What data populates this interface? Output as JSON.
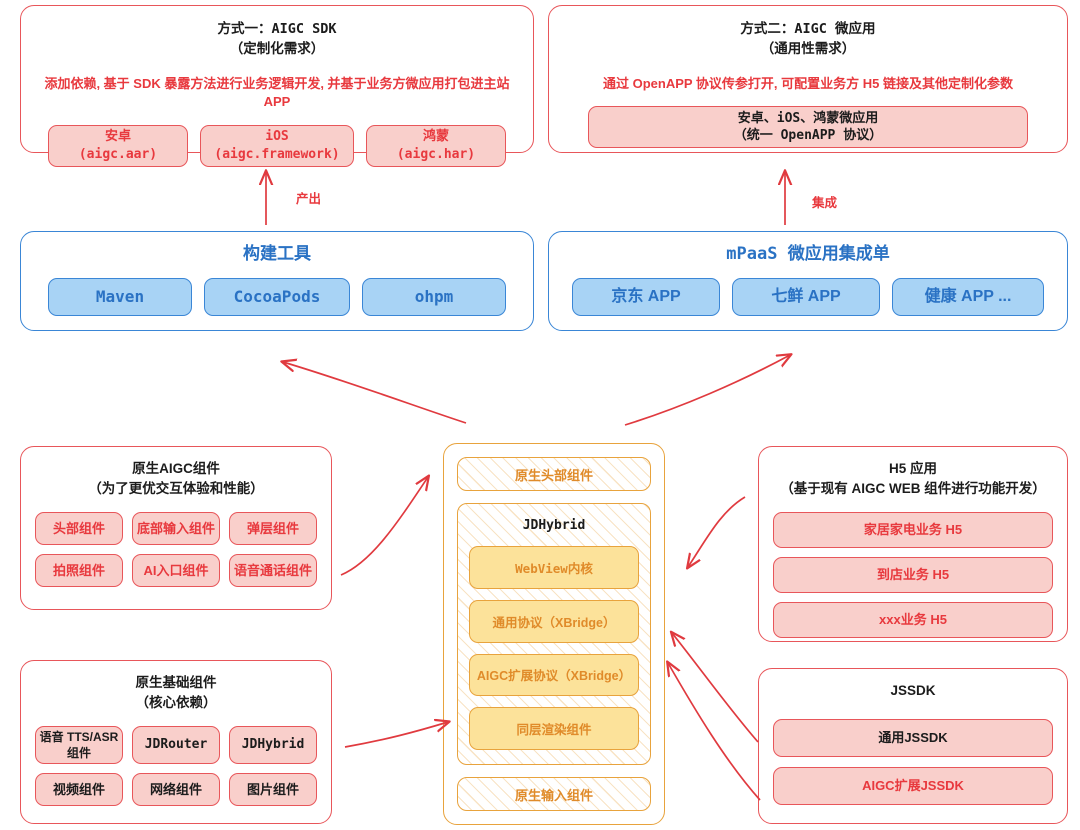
{
  "colors": {
    "red_border": "#e8565a",
    "red_text": "#e8393e",
    "pink_fill": "#f9cfcb",
    "blue_border": "#3a86d6",
    "blue_text": "#2a72c4",
    "blue_fill": "#a8d3f5",
    "orange_border": "#e8a33d",
    "orange_text": "#e08b2a",
    "yellow_fill": "#fce29a",
    "arrow": "#e03a3f",
    "dark_text": "#1c1c1c"
  },
  "top_left": {
    "title": "方式一：AIGC SDK\n（定制化需求）",
    "description": "添加依赖, 基于 SDK 暴露方法进行业务逻辑开发, 并基于业务方微应用打包进主站 APP",
    "chips": [
      {
        "label": "安卓\n(aigc.aar)"
      },
      {
        "label": "iOS\n(aigc.framework)"
      },
      {
        "label": "鸿蒙\n(aigc.har)"
      }
    ]
  },
  "top_right": {
    "title": "方式二：AIGC 微应用\n（通用性需求）",
    "description": "通过 OpenAPP 协议传参打开, 可配置业务方 H5 链接及其他定制化参数",
    "chips": [
      {
        "label": "安卓、iOS、鸿蒙微应用\n（统一 OpenAPP 协议）"
      }
    ]
  },
  "arrows": {
    "produce_label": "产出",
    "integrate_label": "集成"
  },
  "build_tools": {
    "title": "构建工具",
    "chips": [
      {
        "label": "Maven"
      },
      {
        "label": "CocoaPods"
      },
      {
        "label": "ohpm"
      }
    ]
  },
  "mpaas": {
    "title": "mPaaS 微应用集成单",
    "chips": [
      {
        "label": "京东 APP"
      },
      {
        "label": "七鲜 APP"
      },
      {
        "label": "健康 APP ..."
      }
    ]
  },
  "native_aigc": {
    "title": "原生AIGC组件\n（为了更优交互体验和性能）",
    "chips": [
      {
        "label": "头部组件"
      },
      {
        "label": "底部输入组件"
      },
      {
        "label": "弹层组件"
      },
      {
        "label": "拍照组件"
      },
      {
        "label": "AI入口组件"
      },
      {
        "label": "语音通话组件"
      }
    ]
  },
  "native_base": {
    "title": "原生基础组件\n（核心依赖）",
    "chips": [
      {
        "label": "语音 TTS/ASR\n组件"
      },
      {
        "label": "JDRouter"
      },
      {
        "label": "JDHybrid"
      },
      {
        "label": "视频组件"
      },
      {
        "label": "网络组件"
      },
      {
        "label": "图片组件"
      }
    ]
  },
  "middle": {
    "header_band": "原生头部组件",
    "footer_band": "原生输入组件",
    "hybrid_title": "JDHybrid",
    "hybrid_items": [
      {
        "label": "WebView内核"
      },
      {
        "label": "通用协议（XBridge）"
      },
      {
        "label": "AIGC扩展协议（XBridge）"
      },
      {
        "label": "同层渲染组件"
      }
    ]
  },
  "h5_apps": {
    "title": "H5 应用\n（基于现有 AIGC WEB 组件进行功能开发）",
    "chips": [
      {
        "label": "家居家电业务 H5"
      },
      {
        "label": "到店业务 H5"
      },
      {
        "label": "xxx业务 H5"
      }
    ]
  },
  "jssdk": {
    "title": "JSSDK",
    "chips": [
      {
        "label": "通用JSSDK",
        "style": "dark"
      },
      {
        "label": "AIGC扩展JSSDK",
        "style": "red"
      }
    ]
  }
}
